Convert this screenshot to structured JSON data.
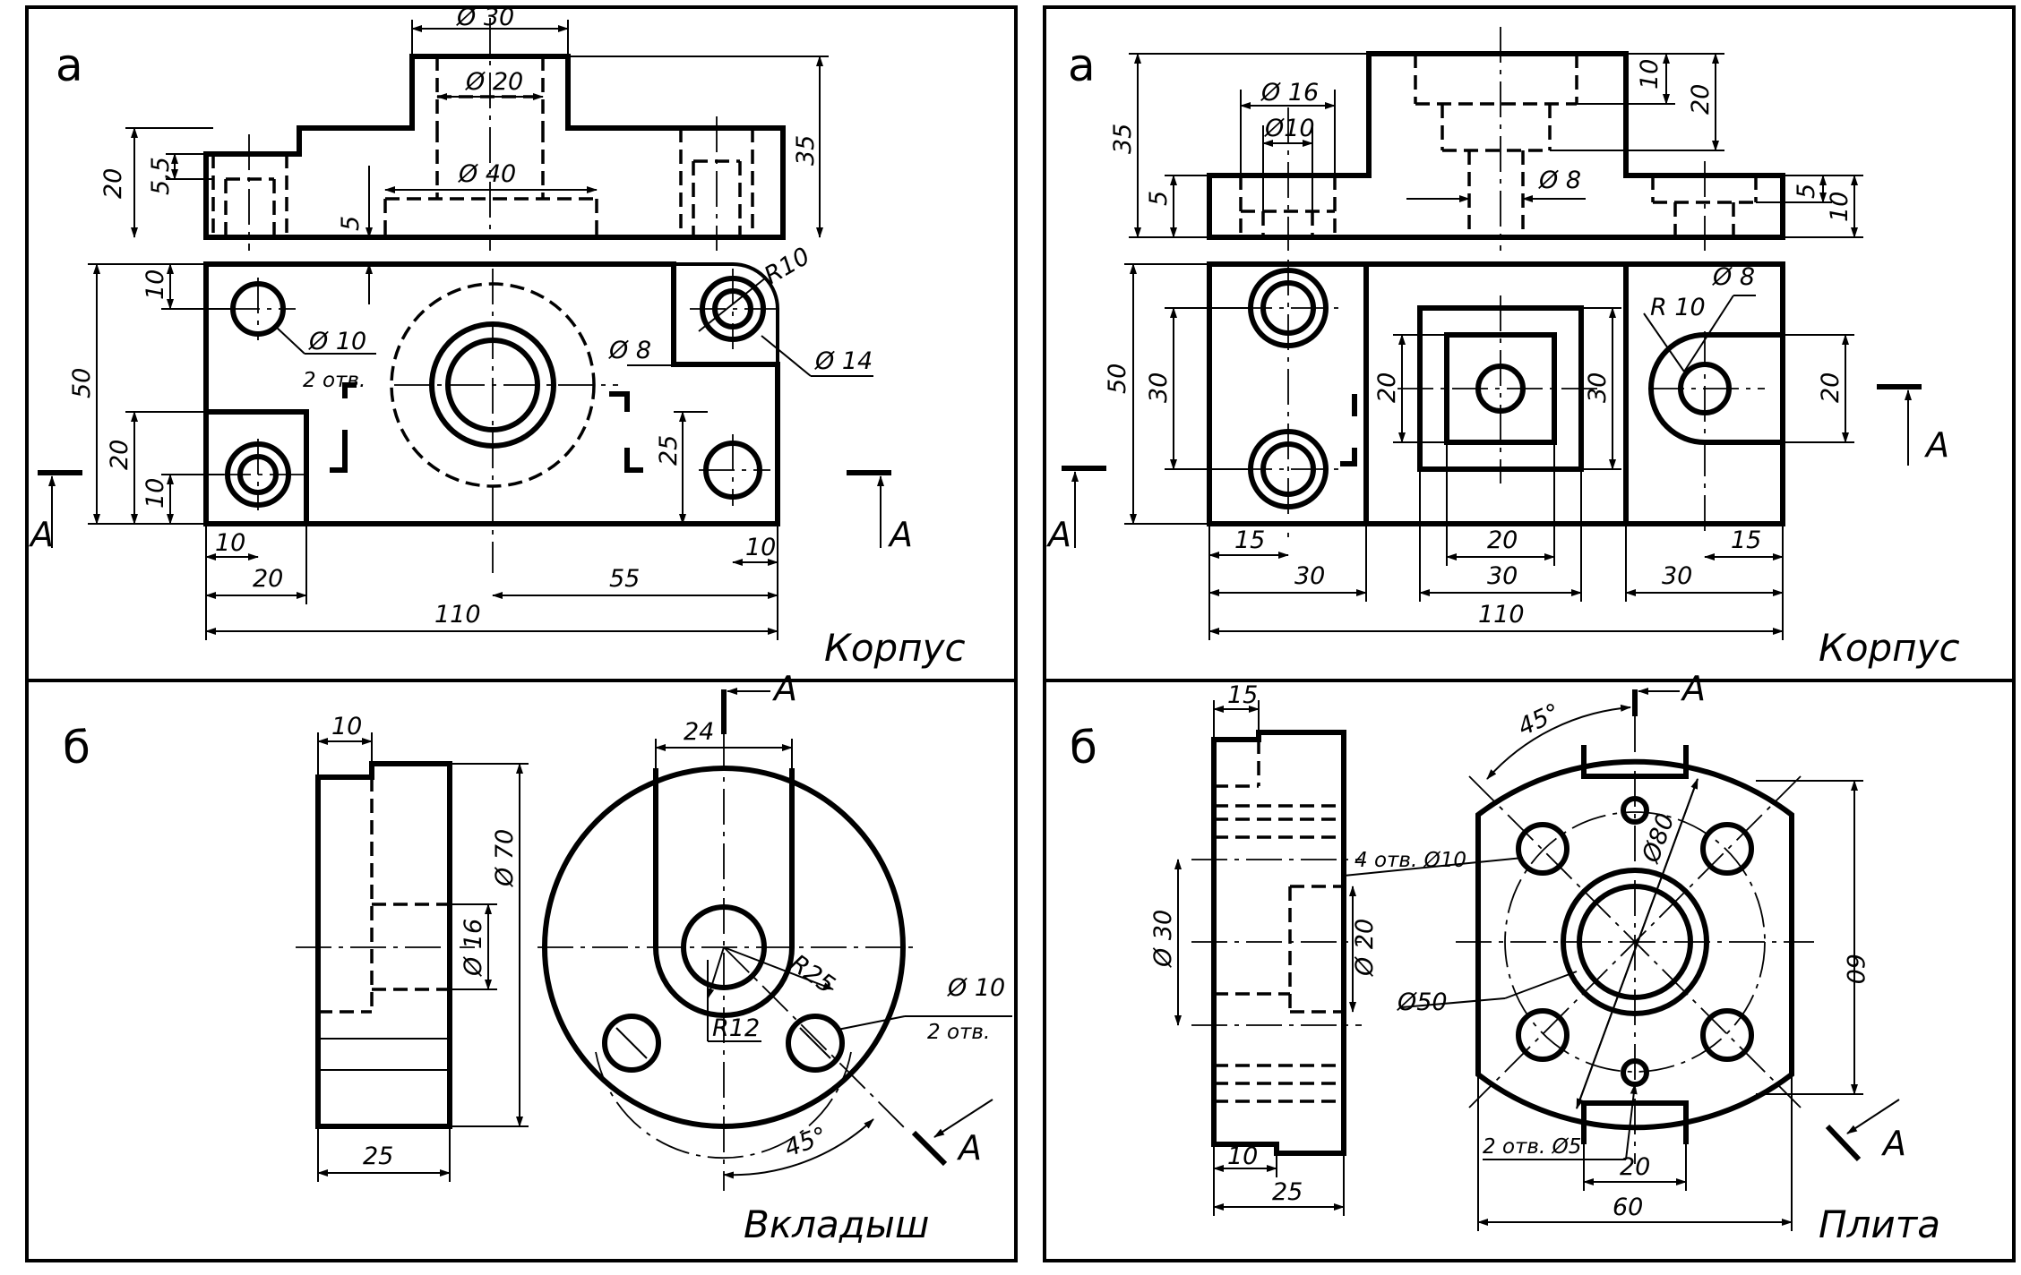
{
  "panels": [
    {
      "id": "top-left",
      "label": "а",
      "title": "Корпус",
      "section_mark": "А",
      "dims": [
        "Ø 30",
        "Ø 20",
        "Ø 40",
        "35",
        "20",
        "5,5",
        "5",
        "10",
        "50",
        "20",
        "10",
        "Ø 10",
        "2 отв.",
        "Ø 8",
        "Ø 14",
        "R10",
        "25",
        "10",
        "20",
        "55",
        "10",
        "110"
      ]
    },
    {
      "id": "top-right",
      "label": "а",
      "title": "Корпус",
      "section_mark": "А",
      "dims": [
        "35",
        "5",
        "Ø 16",
        "Ø10",
        "Ø 8",
        "10",
        "20",
        "5",
        "10",
        "50",
        "30",
        "20",
        "30",
        "R 10",
        "Ø 8",
        "20",
        "15",
        "30",
        "20",
        "30",
        "30",
        "15",
        "110"
      ]
    },
    {
      "id": "bottom-left",
      "label": "б",
      "title": "Вкладыш",
      "section_mark": "А",
      "dims": [
        "10",
        "Ø 70",
        "Ø 16",
        "25",
        "24",
        "R25",
        "R12",
        "Ø 10",
        "2 отв.",
        "45°"
      ]
    },
    {
      "id": "bottom-right",
      "label": "б",
      "title": "Плита",
      "section_mark": "А",
      "dims": [
        "15",
        "Ø 30",
        "Ø 20",
        "10",
        "25",
        "45°",
        "4 отв. Ø10",
        "Ø80",
        "Ø50",
        "60",
        "2 отв. Ø5",
        "20",
        "60"
      ]
    }
  ]
}
